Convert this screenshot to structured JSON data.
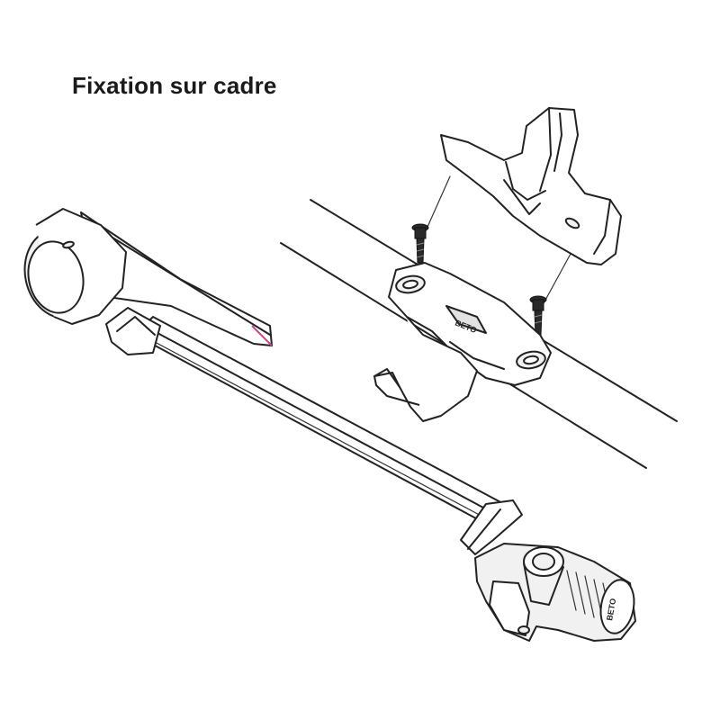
{
  "title": "Fixation sur cadre",
  "mount_logo_text": "BETO",
  "pump_logo_text": "BETO",
  "colors": {
    "line": "#222222",
    "background": "#ffffff",
    "accent": "#c24a8a"
  }
}
